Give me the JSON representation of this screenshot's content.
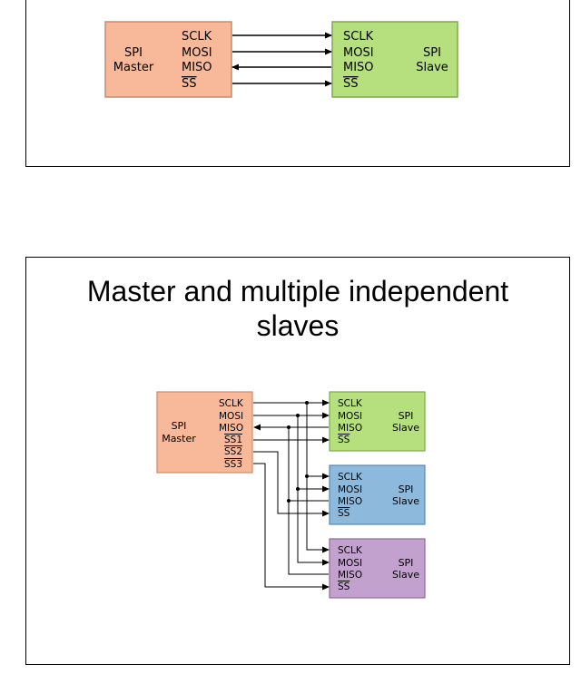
{
  "slide1": {
    "master": {
      "name_line1": "SPI",
      "name_line2": "Master",
      "signals": [
        "SCLK",
        "MOSI",
        "MISO",
        "SS"
      ]
    },
    "slave": {
      "name_line1": "SPI",
      "name_line2": "Slave",
      "signals": [
        "SCLK",
        "MOSI",
        "MISO",
        "SS"
      ]
    }
  },
  "slide2": {
    "title_line1": "Master and multiple independent",
    "title_line2": "slaves",
    "master": {
      "name_line1": "SPI",
      "name_line2": "Master",
      "signals": [
        "SCLK",
        "MOSI",
        "MISO",
        "SS1",
        "SS2",
        "SS3"
      ]
    },
    "slaves": [
      {
        "name_line1": "SPI",
        "name_line2": "Slave",
        "signals": [
          "SCLK",
          "MOSI",
          "MISO",
          "SS"
        ]
      },
      {
        "name_line1": "SPI",
        "name_line2": "Slave",
        "signals": [
          "SCLK",
          "MOSI",
          "MISO",
          "SS"
        ]
      },
      {
        "name_line1": "SPI",
        "name_line2": "Slave",
        "signals": [
          "SCLK",
          "MOSI",
          "MISO",
          "SS"
        ]
      }
    ]
  },
  "colors": {
    "master_fill": "#f8b99a",
    "master_stroke": "#c98b6c",
    "slave1_fill": "#b6e07e",
    "slave1_stroke": "#7fa84d",
    "slave2_fill": "#8db9dd",
    "slave2_stroke": "#5d87ad",
    "slave3_fill": "#c3a1cf",
    "slave3_stroke": "#8d6b99",
    "wire": "#000000"
  }
}
